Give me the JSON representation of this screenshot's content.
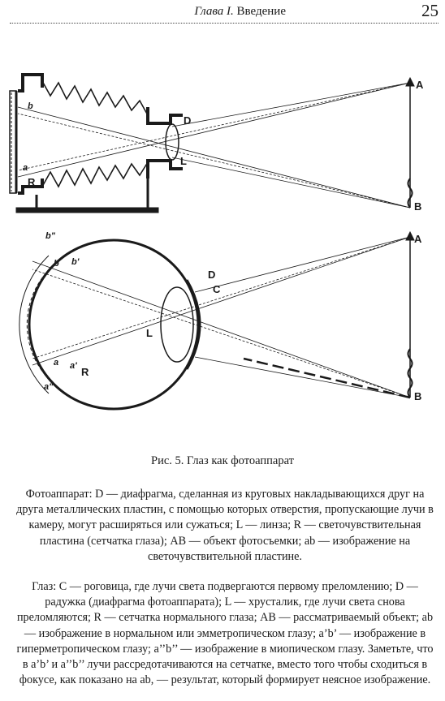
{
  "header": {
    "chapter": "Глава I.",
    "section": "Введение",
    "page_number": "25"
  },
  "figure": {
    "labels": {
      "A_top": "A",
      "B_top": "B",
      "D_top": "D",
      "L_top": "L",
      "R_top": "R",
      "a_top": "a",
      "b_top": "b",
      "A_bottom": "A",
      "B_bottom": "B",
      "D_bottom": "D",
      "C_bottom": "C",
      "L_bottom": "L",
      "R_bottom": "R",
      "a_bottom": "a",
      "b_bottom": "b",
      "b1_bottom": "b'",
      "b2_bottom": "b\"",
      "a1_bottom": "a'",
      "a2_bottom": "a\""
    }
  },
  "caption": "Рис. 5. Глаз как фотоаппарат",
  "paragraphs": {
    "camera": "Фотоаппарат: D — диафрагма, сделанная из круговых накладывающихся друг на друга металлических пластин, с помощью которых отверстия, пропускающие лучи в камеру, могут расширяться или сужаться; L — линза; R — светочувствительная пластина (сетчатка глаза); AB — объект фотосъемки; ab — изображение на светочувствительной пластине.",
    "eye": "Глаз: C — роговица, где лучи света подвергаются первому преломлению; D — радужка (диафрагма фотоаппарата); L — хрусталик, где лучи света снова преломляются; R — сетчатка нормального глаза; AB — рассматриваемый объект; ab — изображение в нормальном или эмметропическом глазу; a’b’ — изображение в гиперметропическом глазу; a’’b’’ — изображение в миопическом глазу. Заметьте, что в a’b’ и a’’b’’ лучи рассредотачиваются на сетчатке, вместо того чтобы сходиться в фокусе, как показано на ab, — результат, который формирует неясное изображение."
  }
}
